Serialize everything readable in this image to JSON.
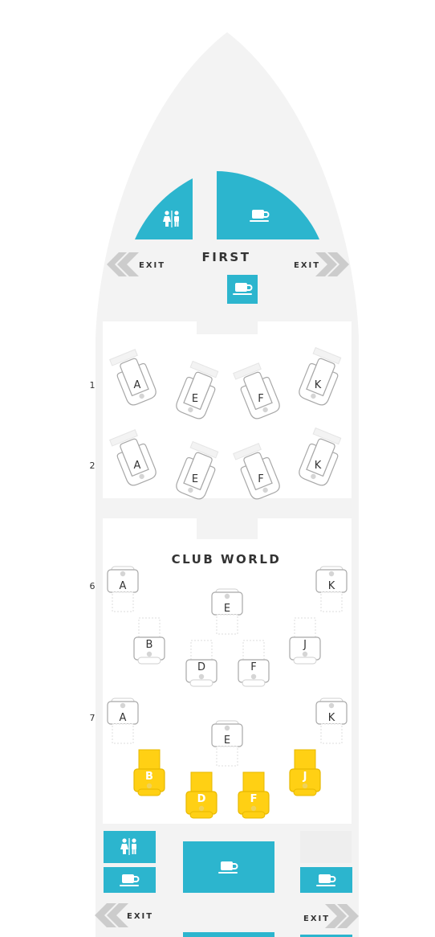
{
  "colors": {
    "fuselage": "#f3f3f3",
    "amenity": "#2cb5ce",
    "selected_seat": "#ffd014",
    "selected_seat_stroke": "#e7b800",
    "seat_outline": "#a8a8a8",
    "exit_arrow": "#cccccc"
  },
  "cabins": {
    "first": {
      "title": "FIRST"
    },
    "club": {
      "title": "CLUB WORLD"
    }
  },
  "exits": {
    "label": "EXIT"
  },
  "amenities": [
    {
      "icon": "lavatory-icon"
    },
    {
      "icon": "galley-coffee-icon"
    },
    {
      "icon": "galley-coffee-icon"
    },
    {
      "icon": "lavatory-icon"
    },
    {
      "icon": "galley-coffee-icon"
    },
    {
      "icon": "galley-coffee-icon"
    },
    {
      "icon": "galley-coffee-icon"
    }
  ],
  "rows": {
    "first": [
      {
        "number": "1",
        "seats": [
          "A",
          "E",
          "F",
          "K"
        ]
      },
      {
        "number": "2",
        "seats": [
          "A",
          "E",
          "F",
          "K"
        ]
      }
    ],
    "club": [
      {
        "number": "6",
        "seats": [
          "A",
          "B",
          "D",
          "E",
          "F",
          "J",
          "K"
        ],
        "selected": []
      },
      {
        "number": "7",
        "seats": [
          "A",
          "B",
          "D",
          "E",
          "F",
          "J",
          "K"
        ],
        "selected": [
          "B",
          "D",
          "F",
          "J"
        ]
      }
    ]
  }
}
